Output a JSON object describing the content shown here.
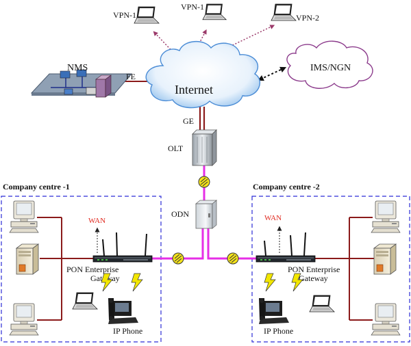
{
  "labels": {
    "vpn_1a": "VPN-1",
    "vpn_1b": "VPN-1",
    "vpn_2": "VPN-2",
    "nms": "NMS",
    "fe": "FE",
    "internet": "Internet",
    "ims": "IMS/NGN",
    "ge": "GE",
    "olt": "OLT",
    "odn": "ODN",
    "company_1": "Company centre -1",
    "company_2": "Company centre -2",
    "wan_1": "WAN",
    "wan_2": "WAN",
    "gateway_1_line1": "PON Enterprise",
    "gateway_1_line2": "Gateway",
    "gateway_2_line1": "PON Enterprise",
    "gateway_2_line2": "Gateway",
    "ip_phone_1": "IP Phone",
    "ip_phone_2": "IP Phone"
  },
  "colors": {
    "fiber": "#e62ee6",
    "copper": "#8b1a1a",
    "vpn_link": "#9b3a6a",
    "box_border": "#2b2bd6",
    "wan_text": "#e0281e",
    "lightning": "#f2e600",
    "splitter": "#f4e21a"
  },
  "icons": [
    "laptop-icon",
    "cloud-icon",
    "nms-network-icon",
    "olt-rack-icon",
    "odn-cabinet-icon",
    "splitter-icon",
    "gateway-router-icon",
    "desktop-pc-icon",
    "server-icon",
    "ip-phone-icon",
    "wireless-lightning-icon"
  ]
}
